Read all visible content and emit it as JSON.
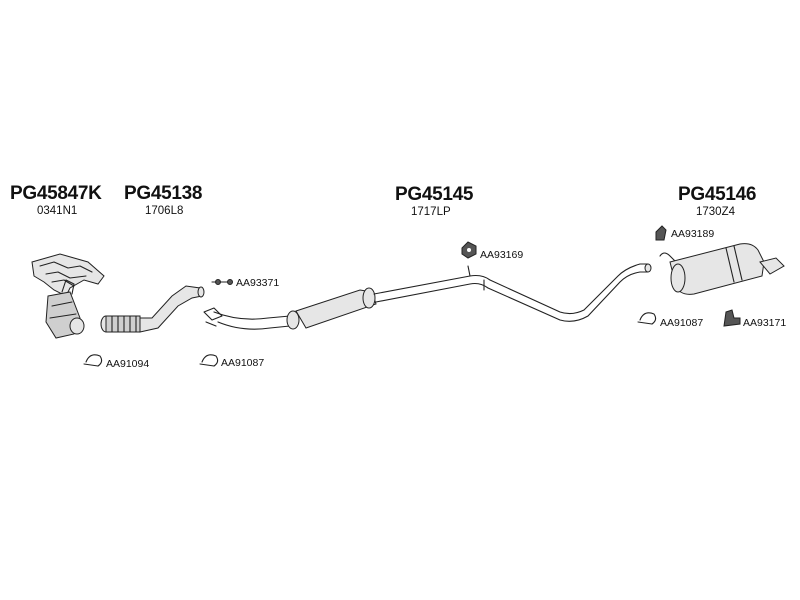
{
  "groups": [
    {
      "code": "PG45847K",
      "sub": "0341N1"
    },
    {
      "code": "PG45138",
      "sub": "1706L8"
    },
    {
      "code": "PG45145",
      "sub": "1717LP"
    },
    {
      "code": "PG45146",
      "sub": "1730Z4"
    }
  ],
  "accessories": {
    "clamp_front": "AA91094",
    "clamp_mid": "AA91087",
    "hanger_front": "AA93371",
    "rubber_mount": "AA93169",
    "bracket_rear": "AA93189",
    "clamp_rear": "AA91087",
    "hanger_rear": "AA93171"
  }
}
